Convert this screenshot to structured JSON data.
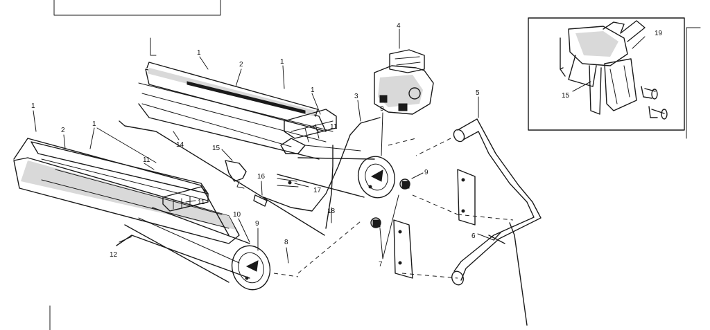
{
  "diagram": {
    "callouts": {
      "c1a": "1",
      "c1b": "1",
      "c1c": "1",
      "c1d": "1",
      "c1e": "1",
      "c2a": "2",
      "c2b": "2",
      "c3": "3",
      "c4": "4",
      "c5": "5",
      "c6": "6",
      "c7": "7",
      "c8": "8",
      "c9a": "9",
      "c9b": "9",
      "c9c": "9",
      "c10": "10",
      "c11a": "11",
      "c11b": "11",
      "c11c": "11",
      "c12": "12",
      "c14": "14",
      "c15a": "15",
      "c15b": "15",
      "c16": "16",
      "c17": "17",
      "c18": "18",
      "c19": "19"
    }
  }
}
